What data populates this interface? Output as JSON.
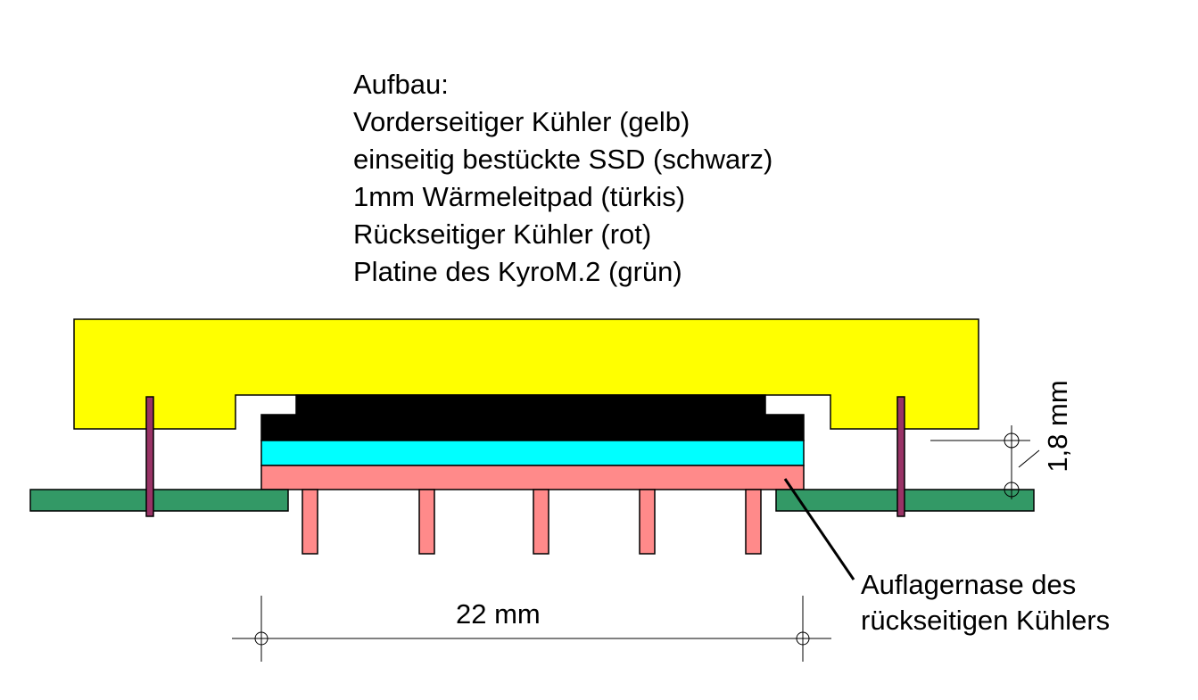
{
  "legend": {
    "title": "Aufbau:",
    "items": [
      "Vorderseitiger Kühler (gelb)",
      "einseitig bestückte SSD (schwarz)",
      "1mm Wärmeleitpad (türkis)",
      "Rückseitiger Kühler (rot)",
      "Platine des KyroM.2 (grün)"
    ]
  },
  "dimensions": {
    "width_label": "22 mm",
    "height_label": "1,8 mm"
  },
  "callout": {
    "line1": "Auflagernase des",
    "line2": "rückseitigen Kühlers"
  },
  "colors": {
    "front_cooler": "#ffff00",
    "ssd": "#000000",
    "thermal_pad": "#00ffff",
    "back_cooler": "#ff8a8a",
    "pcb": "#339966",
    "pin": "#993366"
  }
}
